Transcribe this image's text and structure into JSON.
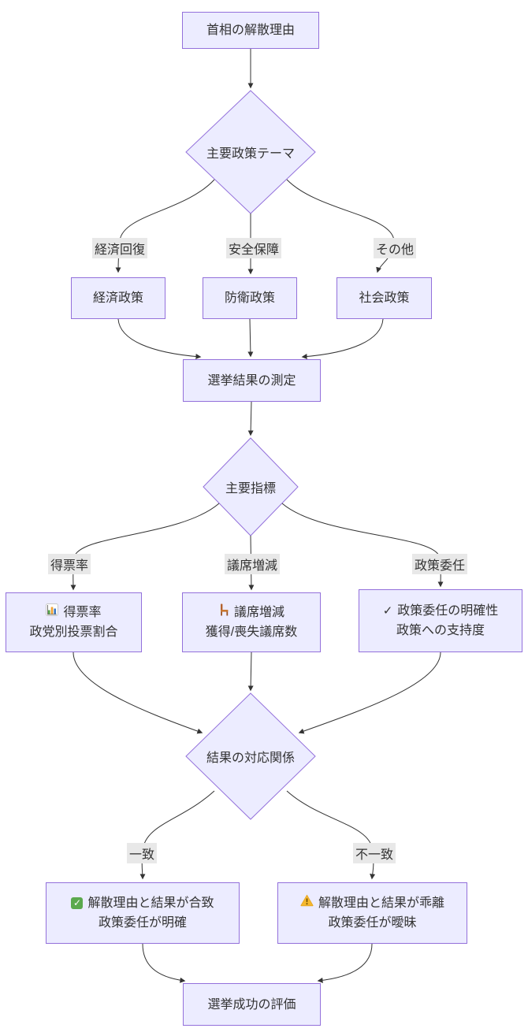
{
  "diagram": {
    "type": "flowchart",
    "colors": {
      "node_fill": "#ECECFF",
      "node_border": "#9370DB",
      "edge_line": "#333333",
      "edge_label_bg": "#e8e8e8",
      "text": "#333333",
      "check_button_green": "#5BA94E",
      "warning_yellow": "#F5B82E",
      "chair_brown": "#B4622D",
      "bar_chart_colors": [
        "#57A64A",
        "#F0A030",
        "#3B78C3"
      ]
    },
    "nodes": {
      "reason": {
        "label": "首相の解散理由"
      },
      "theme": {
        "label": "主要政策テーマ"
      },
      "econ": {
        "label": "経済政策"
      },
      "defense": {
        "label": "防衛政策"
      },
      "social": {
        "label": "社会政策"
      },
      "measure": {
        "label": "選挙結果の測定"
      },
      "indicator": {
        "label": "主要指標"
      },
      "vote": {
        "icon": "bar-chart-emoji",
        "line1": "得票率",
        "line2": "政党別投票割合"
      },
      "seat": {
        "icon": "chair-emoji",
        "line1": "議席増減",
        "line2": "獲得/喪失議席数"
      },
      "mandate": {
        "icon": "check-mark",
        "check_glyph": "✓",
        "line1": "政策委任の明確性",
        "line2": "政策への支持度"
      },
      "match": {
        "icon": "check-button-emoji",
        "check_glyph": "✓",
        "line1": "解散理由と結果が合致",
        "line2": "政策委任が明確"
      },
      "mismatch": {
        "icon": "warning-emoji",
        "line1": "解散理由と結果が乖離",
        "line2": "政策委任が曖昧"
      },
      "evaluation": {
        "label": "選挙成功の評価"
      }
    },
    "edge_labels": {
      "economic_recovery": "経済回復",
      "security": "安全保障",
      "other": "その他",
      "vote_rate": "得票率",
      "seat_change": "議席増減",
      "policy_mandate": "政策委任",
      "match": "一致",
      "mismatch": "不一致"
    }
  }
}
